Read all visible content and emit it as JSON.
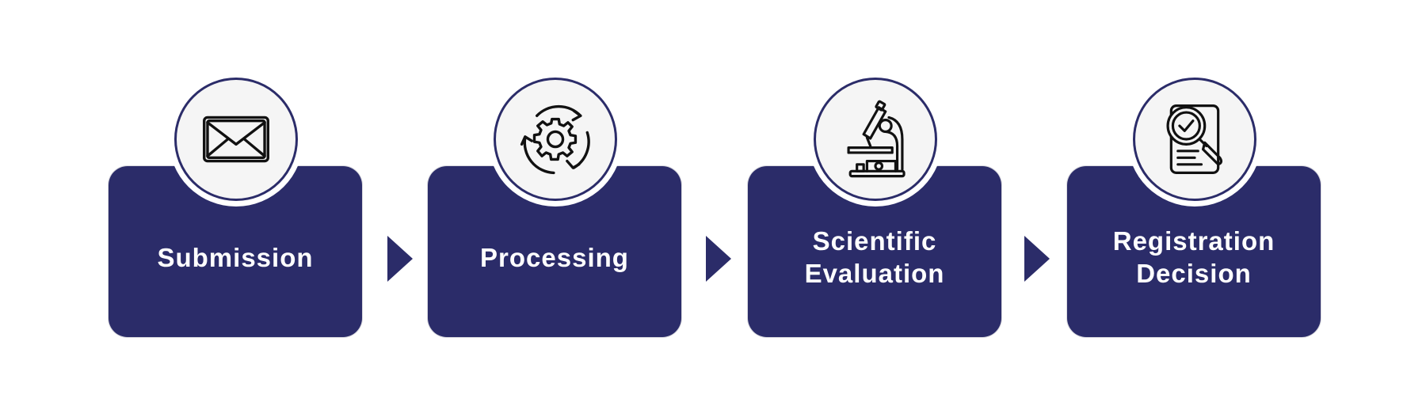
{
  "process": {
    "steps": [
      {
        "label": "Submission",
        "icon": "envelope-icon"
      },
      {
        "label": "Processing",
        "icon": "gear-cycle-icon"
      },
      {
        "label": "Scientific\nEvaluation",
        "icon": "microscope-icon"
      },
      {
        "label": "Registration\nDecision",
        "icon": "document-search-icon"
      }
    ]
  },
  "colors": {
    "box_fill": "#2b2c69",
    "icon_circle_fill": "#f5f5f5",
    "icon_stroke": "#111111",
    "text": "#ffffff"
  }
}
